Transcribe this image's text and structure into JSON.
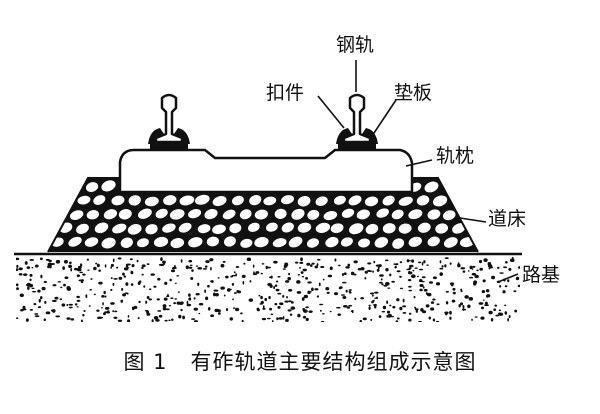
{
  "labels": {
    "rail": "钢轨",
    "fastener": "扣件",
    "pad": "垫板",
    "sleeper": "轨枕",
    "ballast": "道床",
    "subgrade": "路基"
  },
  "caption": "图 1   有砟轨道主要结构组成示意图",
  "colors": {
    "line": "#111111",
    "background": "#ffffff"
  }
}
